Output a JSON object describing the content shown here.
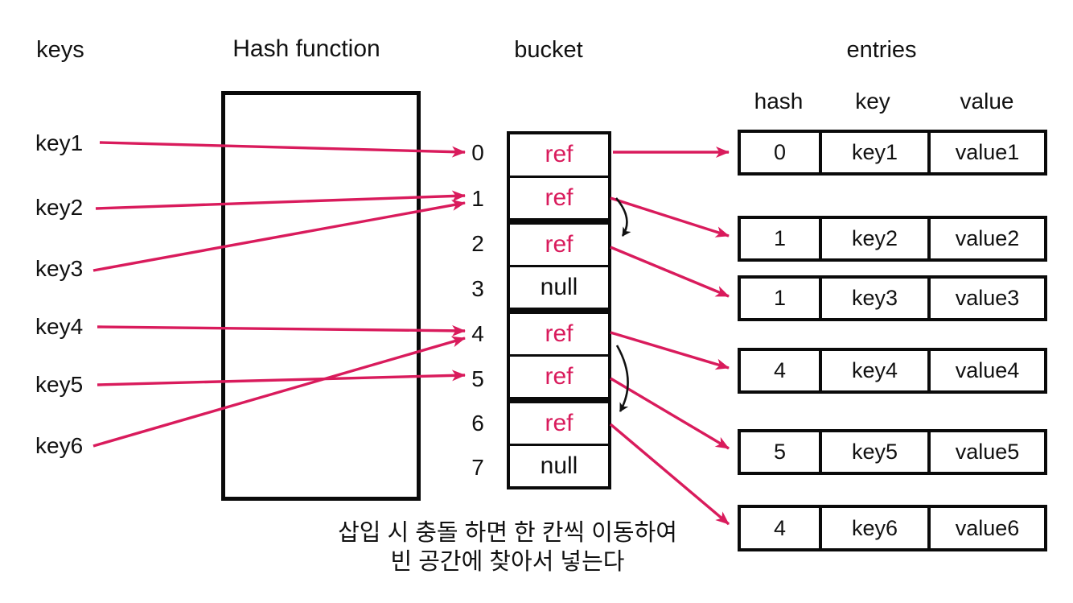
{
  "colors": {
    "accent_pink": "#D91B5C",
    "ink_black": "#111111",
    "background": "#ffffff"
  },
  "sections": {
    "keys": {
      "title": "keys",
      "items": [
        "key1",
        "key2",
        "key3",
        "key4",
        "key5",
        "key6"
      ]
    },
    "hash_function": {
      "title": "Hash function"
    },
    "bucket": {
      "title": "bucket",
      "cells": [
        {
          "index": "0",
          "value": "ref"
        },
        {
          "index": "1",
          "value": "ref"
        },
        {
          "index": "2",
          "value": "ref"
        },
        {
          "index": "3",
          "value": "null"
        },
        {
          "index": "4",
          "value": "ref"
        },
        {
          "index": "5",
          "value": "ref"
        },
        {
          "index": "6",
          "value": "ref"
        },
        {
          "index": "7",
          "value": "null"
        }
      ]
    },
    "entries": {
      "title": "entries",
      "columns": [
        "hash",
        "key",
        "value"
      ],
      "rows": [
        {
          "hash": "0",
          "key": "key1",
          "value": "value1"
        },
        {
          "hash": "1",
          "key": "key2",
          "value": "value2"
        },
        {
          "hash": "1",
          "key": "key3",
          "value": "value3"
        },
        {
          "hash": "4",
          "key": "key4",
          "value": "value4"
        },
        {
          "hash": "5",
          "key": "key5",
          "value": "value5"
        },
        {
          "hash": "4",
          "key": "key6",
          "value": "value6"
        }
      ]
    },
    "caption": {
      "line1": "삽입 시 충돌 하면 한 칸씩 이동하여",
      "line2": "빈 공간에 찾아서 넣는다"
    }
  },
  "arrows": {
    "key_to_bucket": [
      {
        "from": "key1",
        "to": "0"
      },
      {
        "from": "key2",
        "to": "1"
      },
      {
        "from": "key3",
        "to": "1"
      },
      {
        "from": "key4",
        "to": "4"
      },
      {
        "from": "key5",
        "to": "5"
      },
      {
        "from": "key6",
        "to": "4"
      }
    ],
    "bucket_to_entry": [
      {
        "from": "0",
        "to": "key1"
      },
      {
        "from": "1",
        "to": "key2"
      },
      {
        "from": "2",
        "to": "key3"
      },
      {
        "from": "4",
        "to": "key4"
      },
      {
        "from": "5",
        "to": "key5"
      },
      {
        "from": "6",
        "to": "key6"
      }
    ],
    "collision_probes": [
      {
        "from_index": "1",
        "to_index": "2"
      },
      {
        "from_index": "4",
        "to_index": "6"
      }
    ]
  }
}
